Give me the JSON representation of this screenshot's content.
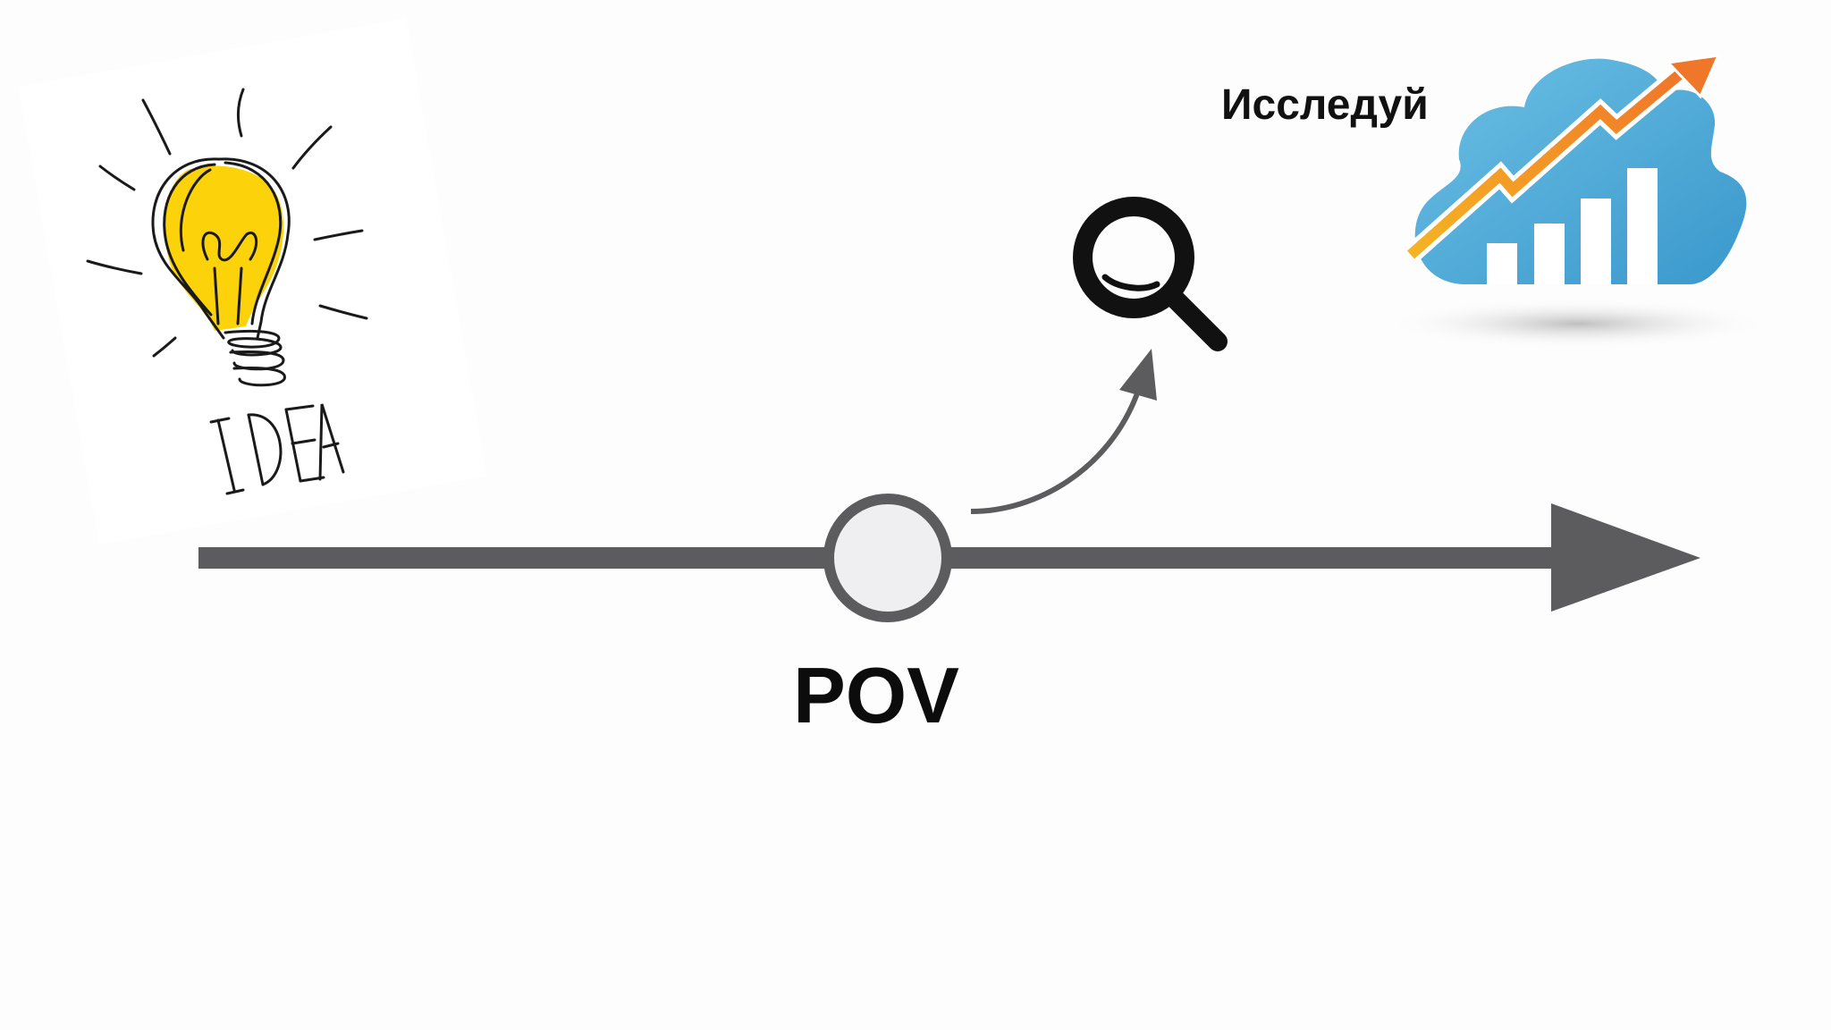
{
  "idea_card": {
    "label": "IDEA",
    "icon": "lightbulb-icon",
    "bulb_color": "#fcd20a"
  },
  "timeline": {
    "line_color": "#5c5c5e",
    "node_fill": "#efeef0",
    "node_label": "POV"
  },
  "branch": {
    "icon": "magnifier-icon"
  },
  "explore": {
    "label": "Исследуй",
    "icon": "cloud-growth-chart-icon",
    "cloud_color": "#4aaad6",
    "arrow_color": "#f08a2a"
  }
}
